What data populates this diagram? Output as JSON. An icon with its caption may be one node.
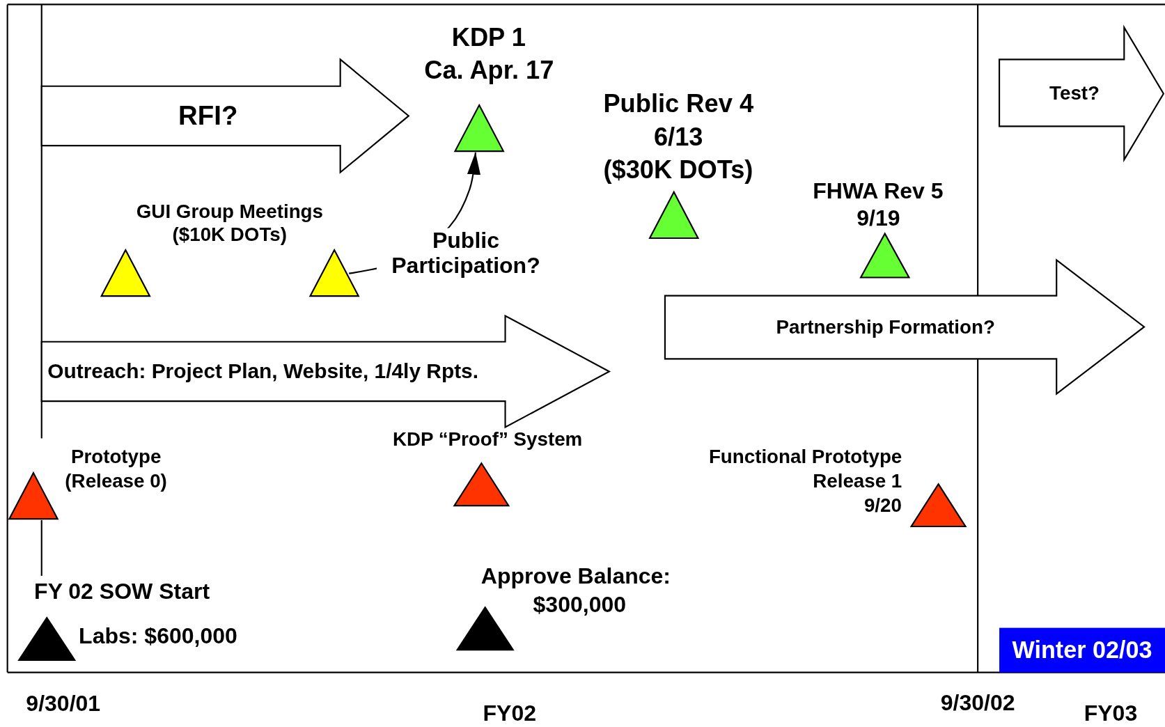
{
  "diagram": {
    "nodes": [
      {
        "text": [
          "RFI?"
        ]
      },
      {
        "text": [
          "KDP 1",
          "Ca. Apr. 17"
        ]
      },
      {
        "text": [
          "Test?"
        ]
      },
      {
        "text": [
          "Public Rev 4",
          "6/13",
          "($30K DOTs)"
        ]
      },
      {
        "text": [
          "FHWA Rev 5",
          "9/19"
        ]
      },
      {
        "text": [
          "GUI Group Meetings",
          "($10K DOTs)"
        ]
      },
      {
        "text": [],
        "shape": "triangle"
      },
      {
        "text": [
          "Partnership Formation?"
        ]
      },
      {
        "text": [
          "Outreach: Project Plan, Website, 1/4ly Rpts."
        ]
      },
      {
        "text": [
          "KDP “Proof” System"
        ]
      },
      {
        "text": [
          "Prototype",
          "(Release 0)"
        ]
      },
      {
        "text": [
          "Functional Prototype",
          "Release 1",
          "9/20"
        ]
      },
      {
        "text": [
          "Approve Balance:",
          "$300,000"
        ]
      },
      {
        "text": [
          "FY 02 SOW Start",
          "Labs: $600,000"
        ]
      },
      {
        "text": [
          "Winter 02/03"
        ]
      }
    ],
    "edges": [
      {
        "from": 6,
        "to": 1,
        "arrow": "to",
        "label": "Public Participation?"
      }
    ],
    "labels": [
      "9/30/01",
      "FY02",
      "9/30/02",
      "FY03"
    ]
  }
}
